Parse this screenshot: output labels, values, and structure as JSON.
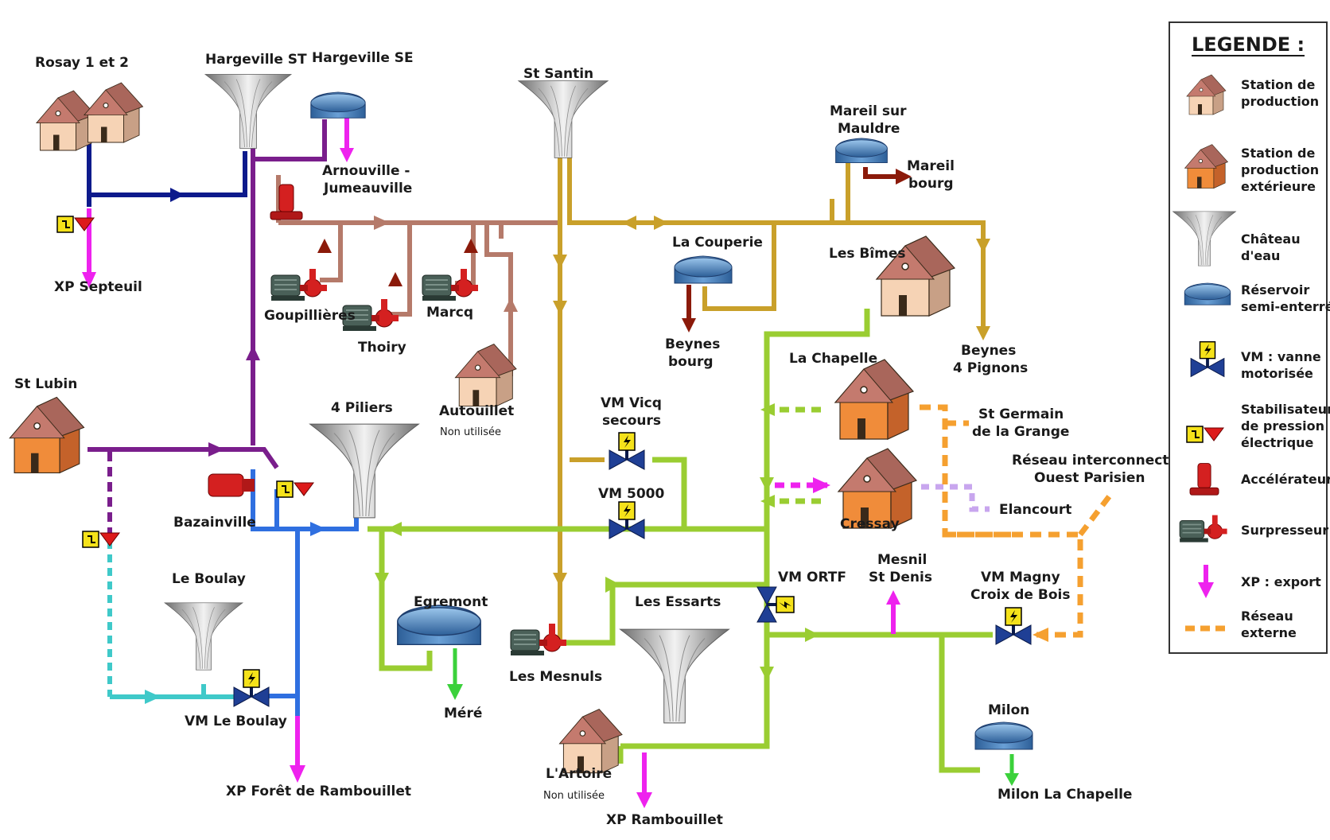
{
  "diagram": {
    "labels": {
      "rosay": "Rosay 1 et 2",
      "hargeville_st": "Hargeville ST",
      "hargeville_se": "Hargeville SE",
      "st_santin": "St Santin",
      "mareil_line1": "Mareil sur",
      "mareil_line2": "Mauldre",
      "mareil_bourg_line1": "Mareil",
      "mareil_bourg_line2": "bourg",
      "arnouville_line1": "Arnouville -",
      "arnouville_line2": "Jumeauville",
      "xp_septeuil": "XP Septeuil",
      "goupillieres": "Goupillières",
      "thoiry": "Thoiry",
      "marcq": "Marcq",
      "la_couperie": "La Couperie",
      "les_bimes": "Les Bîmes",
      "beynes_bourg_line1": "Beynes",
      "beynes_bourg_line2": "bourg",
      "beynes_4p_line1": "Beynes",
      "beynes_4p_line2": "4 Pignons",
      "st_lubin": "St Lubin",
      "quatre_piliers": "4 Piliers",
      "autouillet": "Autouillet",
      "autouillet_note": "Non utilisée",
      "vm_vicq_line1": "VM Vicq",
      "vm_vicq_line2": "secours",
      "la_chapelle": "La Chapelle",
      "st_germain_line1": "St Germain",
      "st_germain_line2": "de la Grange",
      "reseau_ouest_line1": "Réseau interconnecté",
      "reseau_ouest_line2": "Ouest Parisien",
      "vm_5000": "VM 5000",
      "elancourt": "Elancourt",
      "bazainville": "Bazainville",
      "cressay": "Cressay",
      "le_boulay": "Le Boulay",
      "mesnil_line1": "Mesnil",
      "mesnil_line2": "St Denis",
      "vm_ortf": "VM ORTF",
      "vm_magny_line1": "VM Magny",
      "vm_magny_line2": "Croix de Bois",
      "egremont": "Egremont",
      "les_essarts": "Les Essarts",
      "les_mesnuls": "Les Mesnuls",
      "mere": "Méré",
      "vm_le_boulay": "VM Le Boulay",
      "milon": "Milon",
      "lartoire": "L'Artoire",
      "lartoire_note": "Non utilisée",
      "xp_foret": "XP Forêt de Rambouillet",
      "milon_chapelle": "Milon La Chapelle",
      "xp_rambouillet": "XP Rambouillet"
    },
    "colors": {
      "navy": "#0d1a8c",
      "purple": "#7a1e8c",
      "blue": "#2f6fe0",
      "cyan": "#3fc9c9",
      "brown": "#b57a6a",
      "gold": "#c9a02a",
      "green": "#9acd32",
      "orange": "#f5a030",
      "magenta": "#ee22ee",
      "darkred": "#8b1a0a",
      "lilac": "#c8a6ee"
    }
  },
  "legend": {
    "title": "LEGENDE :",
    "items": [
      {
        "icon": "house-icon",
        "line1": "Station de",
        "line2": "production",
        "line3": ""
      },
      {
        "icon": "orange-house-icon",
        "line1": "Station de",
        "line2": "production",
        "line3": "extérieure"
      },
      {
        "icon": "water-tower-icon",
        "line1": "Château",
        "line2": "d'eau",
        "line3": ""
      },
      {
        "icon": "reservoir-icon",
        "line1": "Réservoir",
        "line2": "semi-enterré",
        "line3": ""
      },
      {
        "icon": "motorized-valve-icon",
        "line1": "VM : vanne",
        "line2": "motorisée",
        "line3": ""
      },
      {
        "icon": "pressure-stabilizer-icon",
        "line1": "Stabilisateur",
        "line2": "de pression",
        "line3": "électrique"
      },
      {
        "icon": "accelerator-icon",
        "line1": "Accélérateur",
        "line2": "",
        "line3": ""
      },
      {
        "icon": "booster-icon",
        "line1": "Surpresseur",
        "line2": "",
        "line3": ""
      },
      {
        "icon": "export-arrow-icon",
        "line1": "XP : export",
        "line2": "",
        "line3": ""
      },
      {
        "icon": "external-network-icon",
        "line1": "Réseau",
        "line2": "externe",
        "line3": ""
      }
    ]
  }
}
